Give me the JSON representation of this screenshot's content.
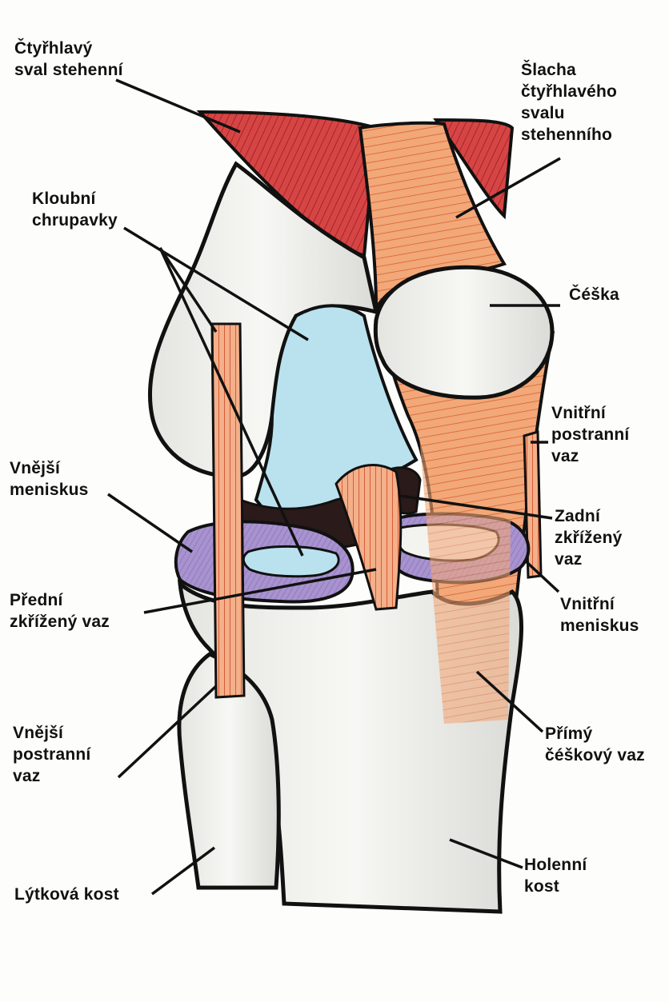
{
  "diagram": {
    "type": "anatomical-illustration",
    "colors": {
      "muscle": "#d64545",
      "muscle_shade": "#b52d2d",
      "tendon": "#f0a070",
      "tendon_stripe": "#d2502a",
      "cartilage": "#b9e2ee",
      "meniscus": "#a08cc8",
      "bone": "#f3f3f0",
      "bone_shade": "#c8c8c4",
      "outline": "#111111",
      "dark_gap": "#2a1a1a"
    },
    "labels": {
      "quadriceps": [
        "Čtyřhlavý",
        "sval stehenní"
      ],
      "quadriceps_tendon": [
        "Šlacha",
        "čtyřhlavého",
        "svalu",
        "stehenního"
      ],
      "cartilage": [
        "Kloubní",
        "chrupavky"
      ],
      "patella": [
        "Čéška"
      ],
      "medial_collateral": [
        "Vnitřní",
        "postranní",
        "vaz"
      ],
      "lateral_meniscus": [
        "Vnější",
        "meniskus"
      ],
      "posterior_cruciate": [
        "Zadní",
        "zkřížený",
        "vaz"
      ],
      "anterior_cruciate": [
        "Přední",
        "zkřížený vaz"
      ],
      "medial_meniscus": [
        "Vnitřní",
        "meniskus"
      ],
      "lateral_collateral": [
        "Vnější",
        "postranní",
        "vaz"
      ],
      "patellar_ligament": [
        "Přímý",
        "čéškový vaz"
      ],
      "tibia": [
        "Holenní",
        "kost"
      ],
      "fibula": [
        "Lýtková kost"
      ]
    }
  }
}
